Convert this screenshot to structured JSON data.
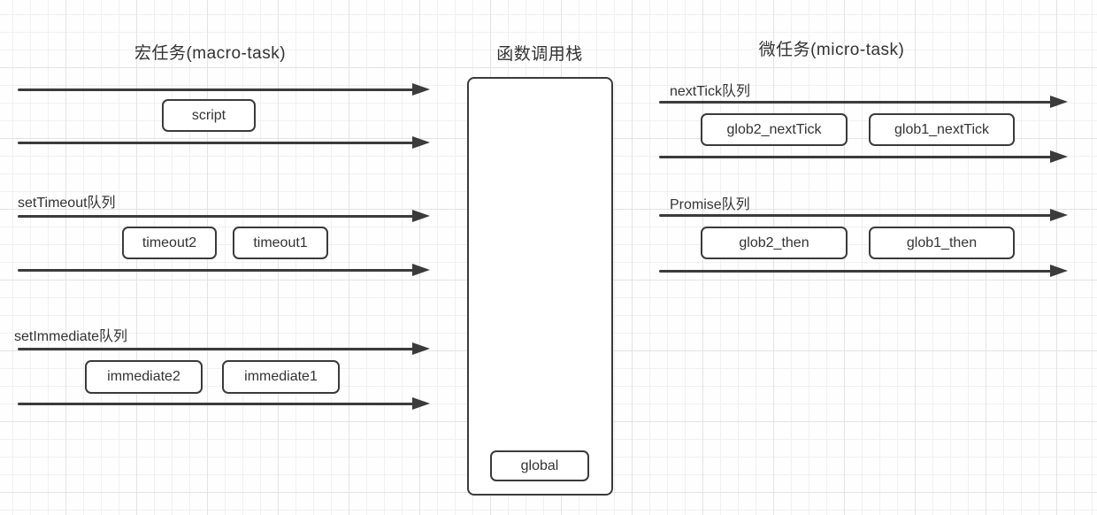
{
  "colors": {
    "stroke": "#3b3b3b",
    "text": "#333333",
    "background": "#fefefe",
    "grid_minor": "#f0f0f0",
    "grid_major": "#e3e3e3"
  },
  "macro": {
    "title": "宏任务(macro-task)",
    "script_row": {
      "boxes": [
        "script"
      ]
    },
    "settimeout_row": {
      "label": "setTimeout队列",
      "boxes": [
        "timeout2",
        "timeout1"
      ]
    },
    "setimmediate_row": {
      "label": "setImmediate队列",
      "boxes": [
        "immediate2",
        "immediate1"
      ]
    }
  },
  "stack": {
    "title": "函数调用栈",
    "frames": [
      "global"
    ]
  },
  "micro": {
    "title": "微任务(micro-task)",
    "nexttick_row": {
      "label": "nextTick队列",
      "boxes": [
        "glob2_nextTick",
        "glob1_nextTick"
      ]
    },
    "promise_row": {
      "label": "Promise队列",
      "boxes": [
        "glob2_then",
        "glob1_then"
      ]
    }
  }
}
